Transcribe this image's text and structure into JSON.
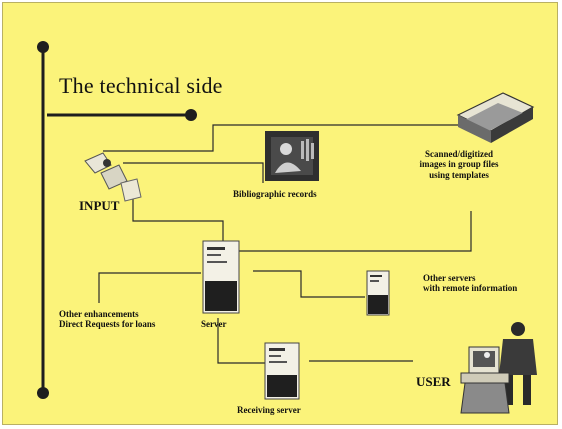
{
  "slide": {
    "title": "The technical side",
    "background": "#fbf37a",
    "line_color": "#1e1e1e"
  },
  "nodes": {
    "input": "INPUT",
    "bibliographic": "Bibliographic records",
    "scanned": [
      "Scanned/digitized",
      "images in group files",
      "using templates"
    ],
    "server": "Server",
    "other_servers": [
      "Other servers",
      "with remote information"
    ],
    "enhancements": [
      "Other enhancements",
      "Direct Requests for loans"
    ],
    "receiving": "Receiving server",
    "user": "USER"
  },
  "icons": [
    "input-figure-icon",
    "librarian-icon",
    "scanner-icon",
    "server-tower-icon",
    "remote-server-icon",
    "receiving-server-icon",
    "user-workstation-icon"
  ]
}
